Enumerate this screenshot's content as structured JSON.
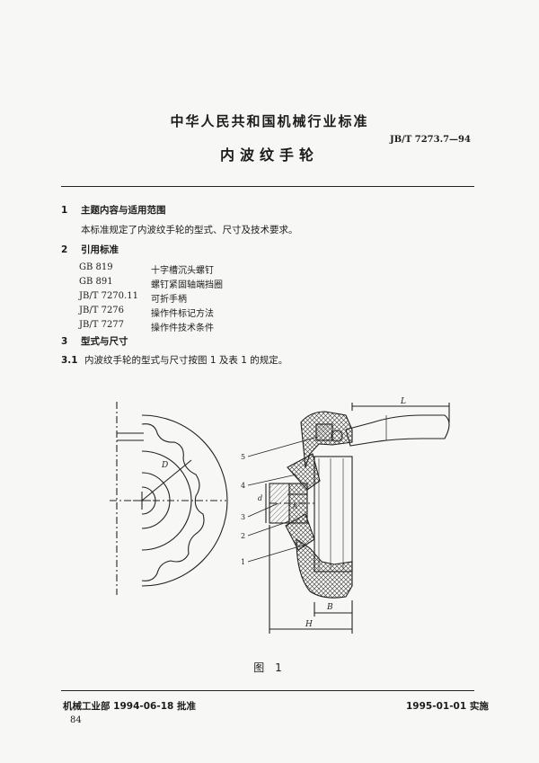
{
  "header": {
    "org_title": "中华人民共和国机械行业标准",
    "standard_code": "JB/T 7273.7—94",
    "doc_title": "内波纹手轮"
  },
  "sections": {
    "s1": {
      "num": "1",
      "title": "主题内容与适用范围",
      "body": "本标准规定了内波纹手轮的型式、尺寸及技术要求。"
    },
    "s2": {
      "num": "2",
      "title": "引用标准",
      "refs": [
        {
          "code": "GB 819",
          "name": "十字槽沉头螺钉"
        },
        {
          "code": "GB 891",
          "name": "螺钉紧固轴端挡圈"
        },
        {
          "code": "JB/T 7270.11",
          "name": "可折手柄"
        },
        {
          "code": "JB/T 7276",
          "name": "操作件标记方法"
        },
        {
          "code": "JB/T 7277",
          "name": "操作件技术条件"
        }
      ]
    },
    "s3": {
      "num": "3",
      "title": "型式与尺寸"
    },
    "s31": {
      "num": "3.1",
      "body": "内波纹手轮的型式与尺寸按图 1 及表 1 的规定。"
    }
  },
  "figure": {
    "caption": "图 1",
    "dims": {
      "L": "L",
      "D": "D",
      "d": "d",
      "h": "h",
      "B": "B",
      "H": "H"
    },
    "callouts": [
      "5",
      "4",
      "3",
      "2",
      "1"
    ]
  },
  "footer": {
    "approval": "机械工业部 1994-06-18 批准",
    "effective": "1995-01-01 实施",
    "page": "84"
  }
}
